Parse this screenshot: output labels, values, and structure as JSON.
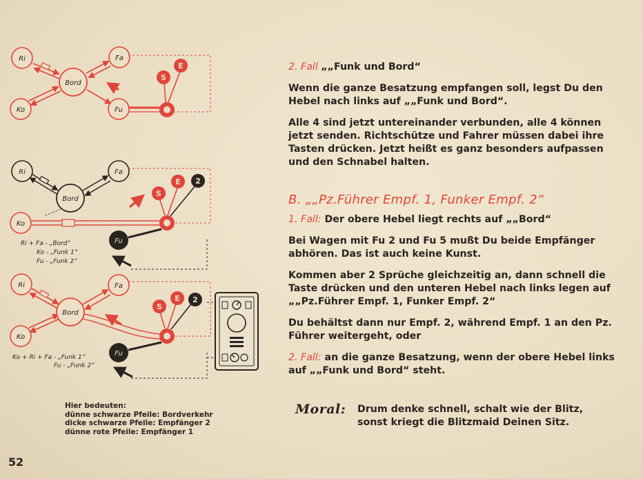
{
  "page_number": "52",
  "sections": {
    "fall2": {
      "label": "2. Fall",
      "title": "„„Funk und Bord“",
      "p1": "Wenn die ganze Besatzung empfangen soll, legst Du den Hebel nach links auf „„Funk und Bord“.",
      "p2": "Alle 4 sind jetzt untereinander verbunden, alle 4 können jetzt senden. Richtschütze und Fahrer müssen dabei ihre Tasten drücken. Jetzt heißt es ganz besonders aufpassen und den Schnabel halten."
    },
    "b": {
      "heading": "B. „„Pz.Führer Empf. 1, Funker Empf. 2“",
      "fall1_label": "1. Fall:",
      "fall1_text": "Der obere Hebel liegt rechts auf „„Bord“",
      "p1": "Bei Wagen mit Fu 2 und Fu 5 mußt Du beide Empfänger abhören. Das ist auch keine Kunst.",
      "p2": "Kommen aber 2 Sprüche gleichzeitig an, dann schnell die Taste drücken und den unteren Hebel nach links legen auf „„Pz.Führer Empf. 1, Funker Empf. 2“",
      "p3": "Du behältst dann nur Empf. 2, während Empf. 1 an den Pz. Führer weitergeht, oder",
      "fall2_label": "2. Fall:",
      "fall2_text": "an die ganze Besatzung, wenn der obere Hebel links auf „„Funk und Bord“ steht."
    },
    "moral": {
      "word": "Moral:",
      "line1": "Drum denke schnell, schalt wie der Blitz,",
      "line2": "sonst kriegt die Blitzmaid Deinen Sitz."
    }
  },
  "legend": {
    "title": "Hier bedeuten:",
    "lines": [
      "dünne schwarze Pfeile: Bordverkehr",
      "dicke schwarze Pfeile: Empfänger 2",
      "dünne rote Pfeile: Empfänger 1"
    ]
  },
  "diagram": {
    "nodes": {
      "ri": "Ri",
      "fa": "Fa",
      "ko": "Ko",
      "fu": "Fu",
      "bord": "Bord"
    },
    "switch_labels": {
      "s": "S",
      "e": "E",
      "two": "2"
    },
    "panel2_notes": [
      "Ri + Fa - „Bord“",
      "Ko - „Funk 1“",
      "Fu - „Funk 2“"
    ],
    "panel3_notes": [
      "Ko + Ri + Fa - „Funk 1“",
      "Fu - „Funk 2“"
    ]
  },
  "colors": {
    "accent_red": "#e0463c",
    "ink": "#2a2420",
    "paper": "#ecdfc6"
  }
}
